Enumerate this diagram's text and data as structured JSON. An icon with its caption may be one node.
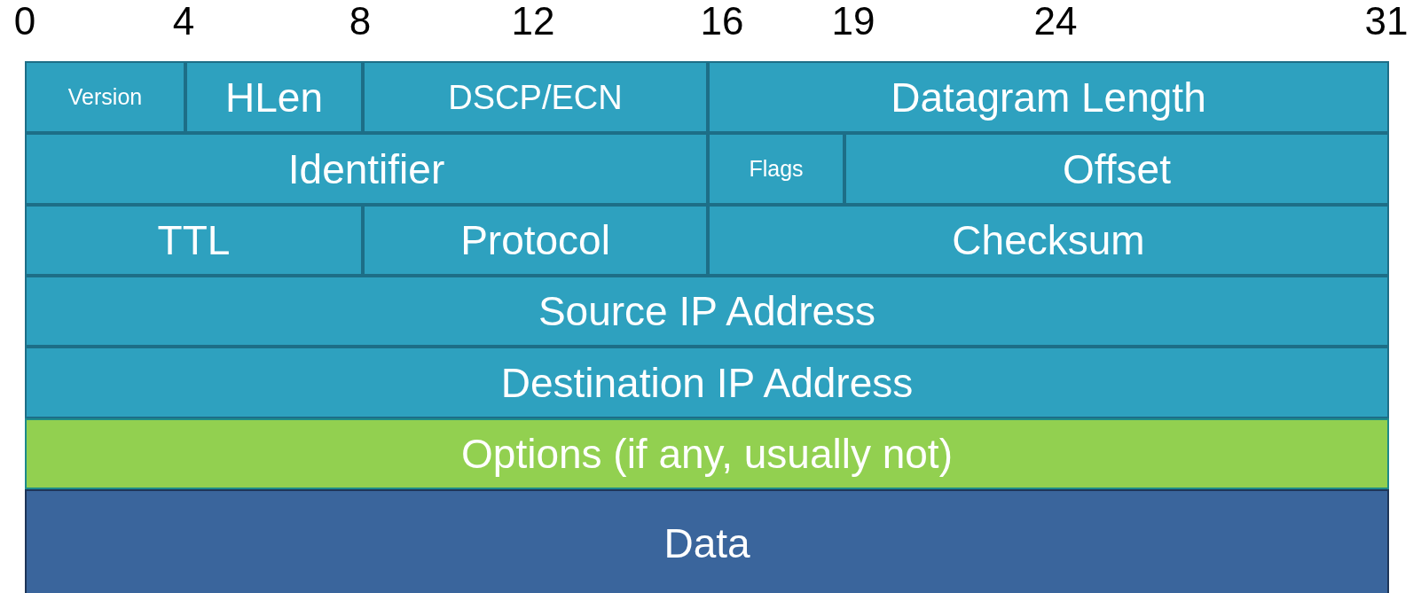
{
  "diagram": {
    "nodes": [
      {
        "text": [
          "Version"
        ]
      },
      {
        "text": [
          "HLen"
        ]
      },
      {
        "text": [
          "DSCP/ECN"
        ]
      },
      {
        "text": [
          "Datagram Length"
        ]
      },
      {
        "text": [
          "Identifier"
        ]
      },
      {
        "text": [
          "Flags"
        ]
      },
      {
        "text": [
          "Offset"
        ]
      },
      {
        "text": [
          "TTL"
        ]
      },
      {
        "text": [
          "Protocol"
        ]
      },
      {
        "text": [
          "Checksum"
        ]
      },
      {
        "text": [
          "Source IP Address"
        ]
      },
      {
        "text": [
          "Destination IP Address"
        ]
      },
      {
        "text": [
          "Options (if any, usually not)"
        ]
      },
      {
        "text": [
          "Data"
        ]
      }
    ],
    "labels": [
      "0",
      "4",
      "8",
      "12",
      "16",
      "19",
      "24",
      "31"
    ]
  }
}
